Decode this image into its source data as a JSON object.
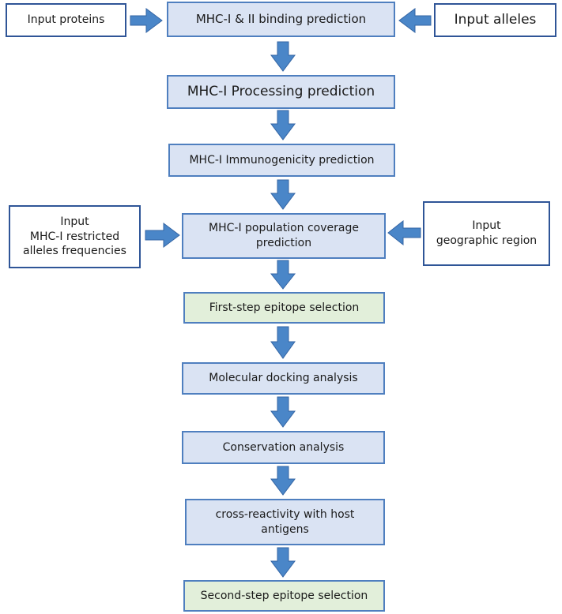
{
  "inputs": {
    "proteins": "Input proteins",
    "alleles": "Input alleles",
    "frequencies": "Input\nMHC-I restricted\nalleles frequencies",
    "region": "Input\ngeographic region"
  },
  "steps": {
    "binding": "MHC-I & II binding prediction",
    "processing": "MHC-I Processing prediction",
    "immunogenicity": "MHC-I Immunogenicity prediction",
    "population": "MHC-I population coverage\nprediction",
    "first_selection": "First-step epitope selection",
    "docking": "Molecular docking analysis",
    "conservation": "Conservation analysis",
    "cross_reactivity": "cross-reactivity with host\nantigens",
    "second_selection": "Second-step epitope selection"
  },
  "colors": {
    "process_fill": "#dae3f3",
    "selection_fill": "#e2efda",
    "border": "#4f7fbf",
    "arrow_fill": "#4a86c8"
  }
}
